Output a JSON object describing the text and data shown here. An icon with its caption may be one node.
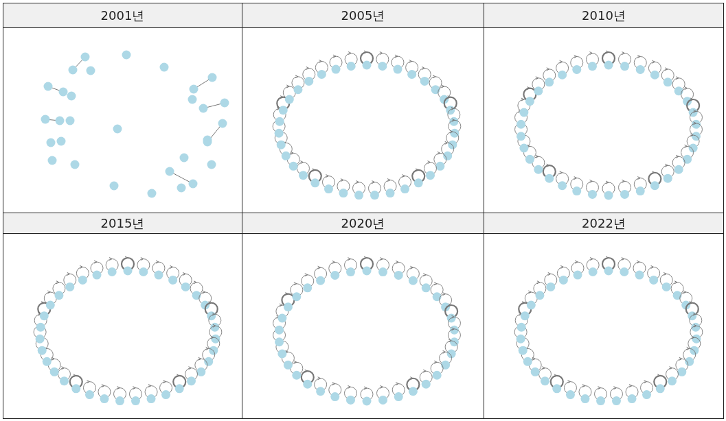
{
  "diagram": {
    "labels": [
      "2001년",
      "2005년",
      "2010년",
      "2015년",
      "2020년",
      "2022년"
    ]
  }
}
